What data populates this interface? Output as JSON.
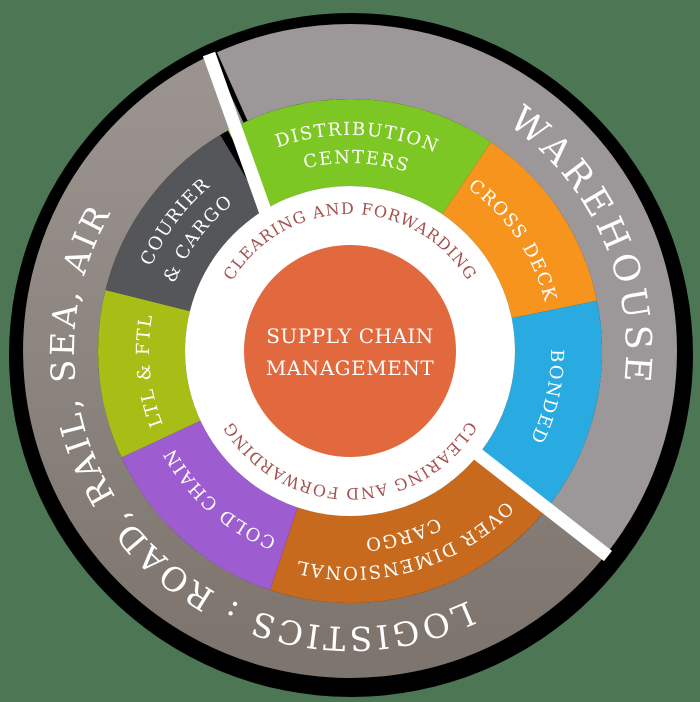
{
  "background": {
    "color": "#4C7654",
    "shadow_color": "#000000"
  },
  "label_text_color": "#FFFFFF",
  "center": {
    "color": "#E2683E",
    "text_color": "#FFFFFF",
    "line1": "SUPPLY CHAIN",
    "line2": "MANAGEMENT"
  },
  "clearing_ring": {
    "color": "#FFFFFF",
    "text_color": "#A5514F",
    "top_label": "CLEARING AND FORWARDING",
    "bottom_label": "CLEARING AND FORWARDING"
  },
  "segments": {
    "distribution_centers": {
      "color": "#7DC724",
      "line1": "DISTRIBUTION",
      "line2": "CENTERS"
    },
    "cross_deck": {
      "color": "#F7941E",
      "label": "CROSS DECK"
    },
    "bonded": {
      "color": "#29ABE2",
      "label": "BONDED"
    },
    "over_dimensional": {
      "color": "#C76A1D",
      "line1": "OVER DIMENSIONAL",
      "line2": "CARGO"
    },
    "cold_chain": {
      "color": "#9E5CD1",
      "label": "COLD CHAIN"
    },
    "ltl_ftl": {
      "color": "#A9BD17",
      "label": "LTL & FTL"
    },
    "courier_cargo": {
      "color": "#54565A",
      "line1": "COURIER",
      "line2": "& CARGO"
    }
  },
  "outer_ring": {
    "warehouse": {
      "label": "WAREHOUSE",
      "color": "#9C9798"
    },
    "logistics": {
      "label": "LOGISTICS : ROAD, RAIL, SEA, AIR",
      "color_top": "#9A938F",
      "color_bottom": "#7E756E"
    },
    "text_color": "#FFFFFF",
    "divider_color": "#FFFFFF"
  }
}
